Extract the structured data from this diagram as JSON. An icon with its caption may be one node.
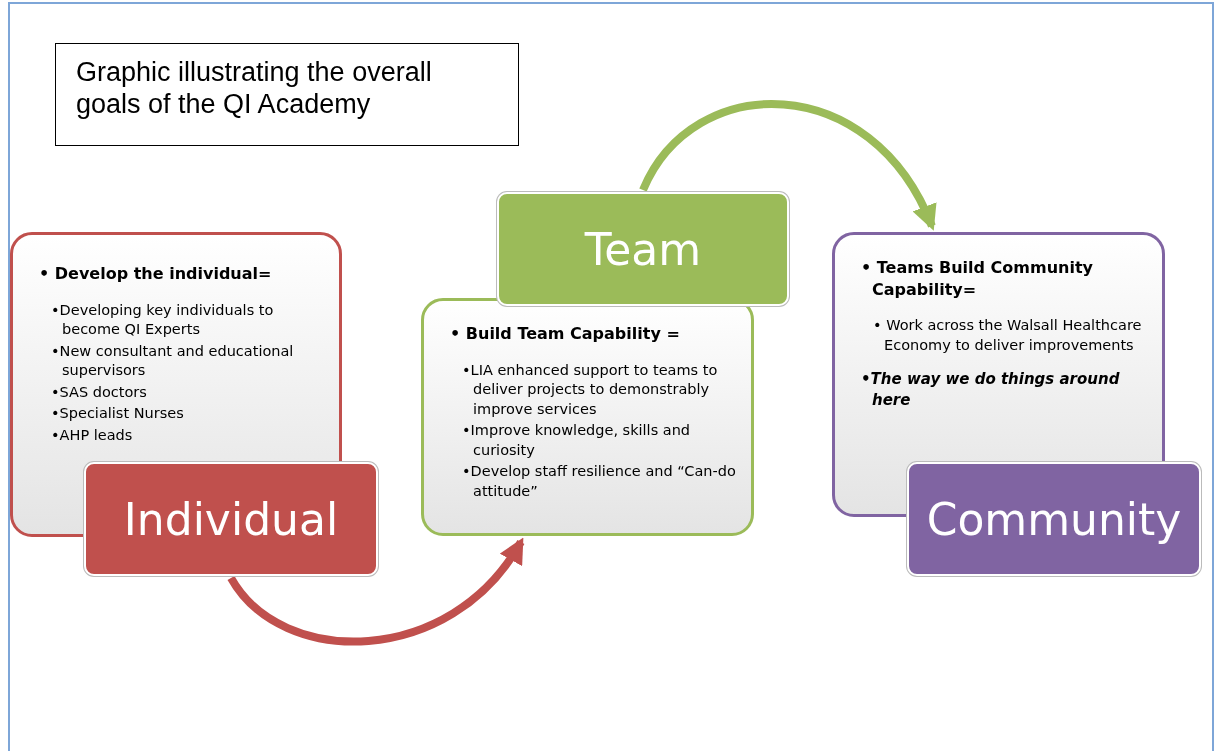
{
  "diagram": {
    "title": "Graphic illustrating the overall goals of the QI Academy",
    "nodes": [
      {
        "text": [
          "• Develop the individual=",
          "•Developing key individuals to become QI Experts",
          "•New consultant and educational supervisors",
          "•SAS doctors",
          "•Specialist Nurses",
          "•AHP leads"
        ]
      },
      {
        "text": [
          "Individual"
        ]
      },
      {
        "text": [
          "• Build Team Capability =",
          "•LIA enhanced support to teams to deliver projects to demonstrably improve services",
          "•Improve knowledge, skills and curiosity",
          "•Develop staff resilience and “Can-do attitude”"
        ]
      },
      {
        "text": [
          "Team"
        ]
      },
      {
        "text": [
          "• Teams Build Community Capability=",
          "• Work across the Walsall Healthcare Economy to deliver improvements",
          "•The way we do things around here"
        ]
      },
      {
        "text": [
          "Community"
        ]
      }
    ],
    "edges": [
      {
        "from": 1,
        "to": 2,
        "arrow": "to",
        "color": "#c0504d"
      },
      {
        "from": 3,
        "to": 4,
        "arrow": "to",
        "color": "#9bbb59"
      }
    ]
  }
}
